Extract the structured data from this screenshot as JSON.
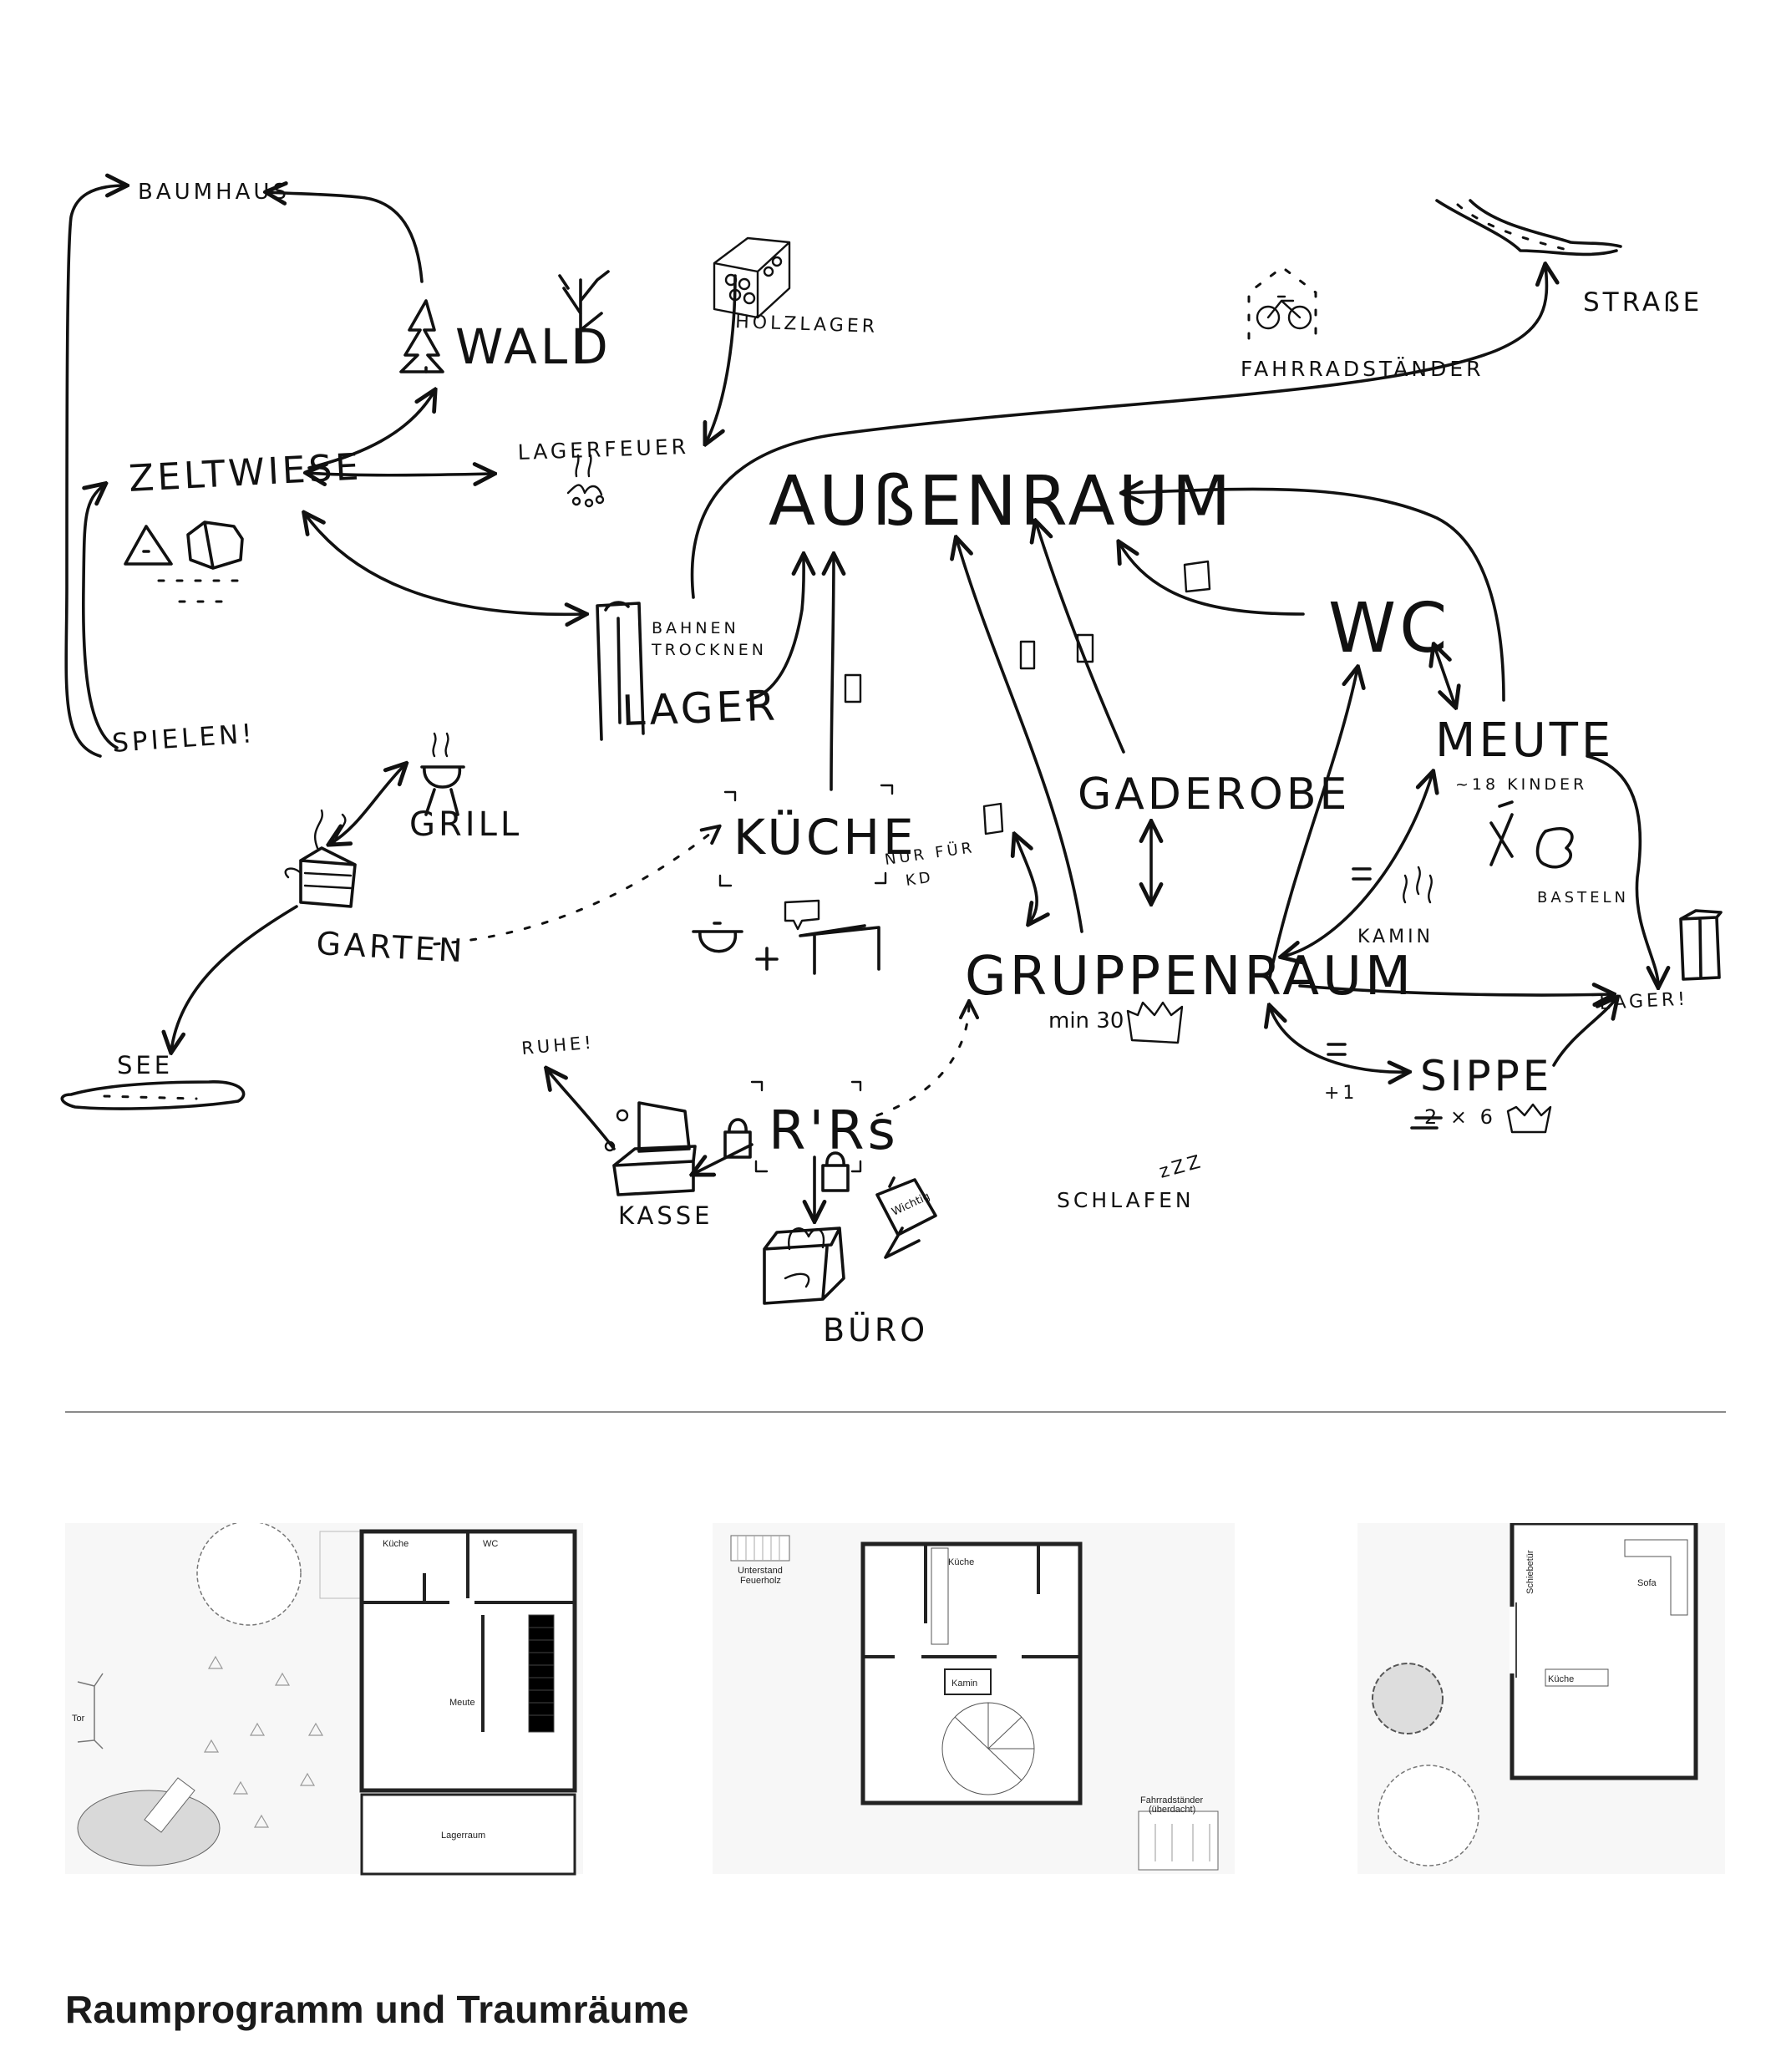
{
  "sketch": {
    "nodes": {
      "baumhaus": "BAUMHAUS",
      "wald": "WALD",
      "holzlager": "HOLZLAGER",
      "fahrradstaender": "FAHRRADSTÄNDER",
      "strasse": "STRAßE",
      "zeltwiese": "ZELTWIESE",
      "lagerfeuer": "LAGERFEUER",
      "aussenraum": "AUßENRAUM",
      "bahnen_trocknen_1": "BAHNEN",
      "bahnen_trocknen_2": "TROCKNEN",
      "lager": "LAGER",
      "spielen": "SPIELEN!",
      "grill": "GRILL",
      "kueche": "KÜCHE",
      "nur_fuer_1": "NUR FÜR",
      "nur_fuer_2": "KD",
      "gaderobe": "GADEROBE",
      "wc": "WC",
      "meute": "MEUTE",
      "meute_sub": "~18 KINDER",
      "basteln": "BASTELN",
      "garten": "GARTEN",
      "kamin": "KAMIN",
      "gruppenraum": "GRUPPENRAUM",
      "gruppenraum_sub": "min 30",
      "lager2": "LAGER!",
      "see": "SEE",
      "ruhe": "RUHE!",
      "rrs": "R'Rs",
      "sippe": "SIPPE",
      "sippe_sub": "2 × 6",
      "plus_one": "+1",
      "kasse": "KASSE",
      "schlafen": "SCHLAFEN",
      "zzz": "zZZ",
      "buero": "BÜRO",
      "wichtig": "Wichtig"
    }
  },
  "plans": {
    "plan1": {
      "kueche": "Küche",
      "wc": "WC",
      "meute": "Meute",
      "tor": "Tor",
      "lagerraum": "Lagerraum"
    },
    "plan2": {
      "unterstand_1": "Unterstand",
      "unterstand_2": "Feuerholz",
      "kueche": "Küche",
      "kamin": "Kamin",
      "fahrrad_1": "Fahrradständer",
      "fahrrad_2": "(überdacht)"
    },
    "plan3": {
      "schiebetuer": "Schiebetür",
      "sofa": "Sofa",
      "kueche": "Küche"
    }
  },
  "caption": "Raumprogramm und Traumräume"
}
